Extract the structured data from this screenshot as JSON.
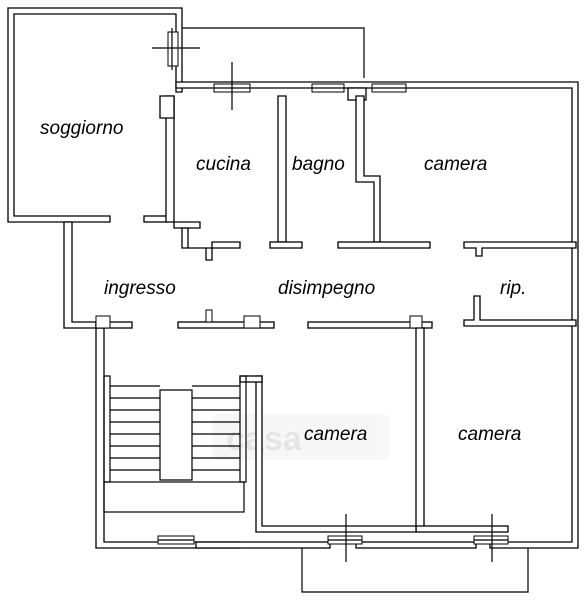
{
  "plan": {
    "rooms": {
      "soggiorno": "soggiorno",
      "cucina": "cucina",
      "bagno": "bagno",
      "camera_top": "camera",
      "ingresso": "ingresso",
      "disimpegno": "disimpegno",
      "rip": "rip.",
      "camera_mid": "camera",
      "camera_right": "camera"
    },
    "watermark": "casa"
  }
}
